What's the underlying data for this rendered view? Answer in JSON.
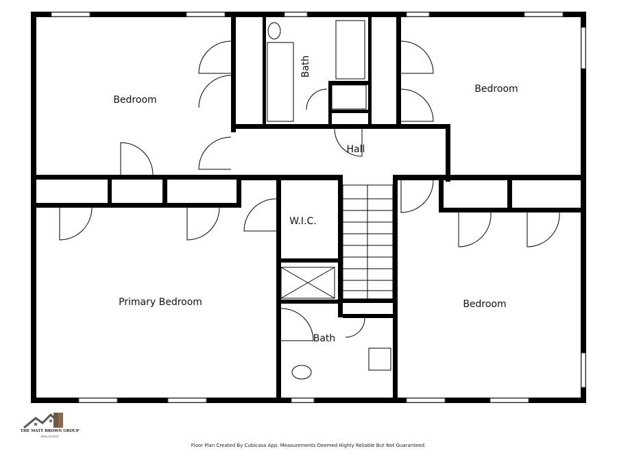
{
  "rooms": {
    "bedroom_top_left": "Bedroom",
    "bath_top": "Bath",
    "bedroom_top_right": "Bedroom",
    "hall": "Hall",
    "wic": "W.I.C.",
    "primary_bedroom": "Primary Bedroom",
    "bedroom_bottom_right": "Bedroom",
    "bath_bottom": "Bath"
  },
  "footer": "Floor Plan Created By Cubicasa App. Measurements Deemed Highly Reliable But Not Guaranteed.",
  "logo": {
    "name": "THE MATT BROWN GROUP",
    "sub": "REAL ESTATE"
  }
}
